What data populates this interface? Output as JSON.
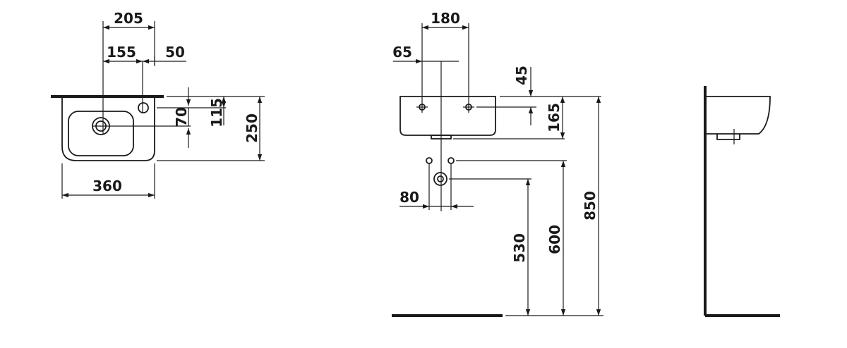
{
  "dimensions": {
    "top_view": {
      "width_205": "205",
      "offset_155": "155",
      "offset_50": "50",
      "depth_70": "70",
      "depth_115": "115",
      "depth_250": "250",
      "width_360": "360"
    },
    "front_view": {
      "holes_180": "180",
      "offset_65": "65",
      "height_45": "45",
      "height_165": "165",
      "spacing_80": "80",
      "height_530": "530",
      "height_600": "600",
      "height_850": "850"
    }
  },
  "colors": {
    "line": "#1a1a1a",
    "background": "#ffffff"
  }
}
